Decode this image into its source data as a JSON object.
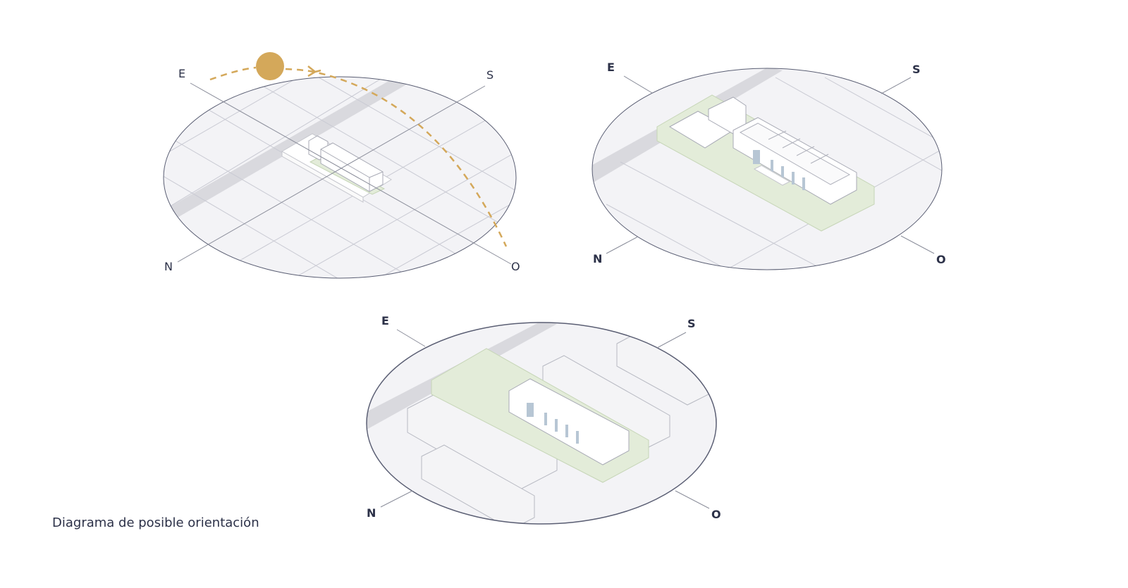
{
  "caption": "Diagrama de posible orientación",
  "colors": {
    "sun": "#d4a85a",
    "ground": "#f3f3f6",
    "outline": "#5a5e73",
    "green": "#e3ecd9"
  },
  "diagrams": [
    {
      "compass": {
        "e": "E",
        "s": "S",
        "n": "N",
        "o": "O"
      },
      "sun": true
    },
    {
      "compass": {
        "e": "E",
        "s": "S",
        "n": "N",
        "o": "O"
      }
    },
    {
      "compass": {
        "e": "E",
        "s": "S",
        "n": "N",
        "o": "O"
      }
    }
  ]
}
